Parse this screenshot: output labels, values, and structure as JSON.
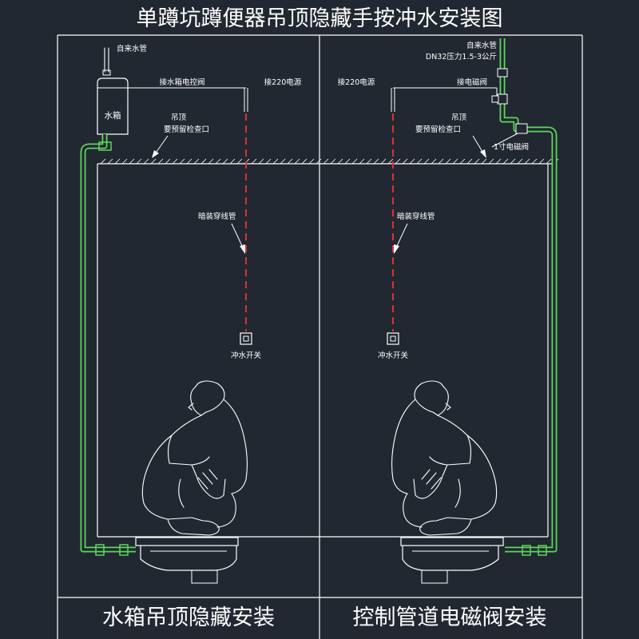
{
  "title": "单蹲坑蹲便器吊顶隐藏手按冲水安装图",
  "colors": {
    "background": "#222831",
    "line": "#ffffff",
    "pipe": "#5cd65c",
    "conduit": "#e03030"
  },
  "left": {
    "tap_water": "自来水管",
    "tank": "水箱",
    "tank_valve": "接水箱电控阀",
    "power": "接220电源",
    "ceiling": "吊顶",
    "access_port": "要预留检查口",
    "conduit": "暗装穿线管",
    "switch": "冲水开关",
    "caption": "水箱吊顶隐藏安装"
  },
  "right": {
    "tap_water": "自来水管",
    "pressure": "DN32压力1.5-3公斤",
    "power": "接220电源",
    "valve_conn": "接电磁阀",
    "ceiling": "吊顶",
    "access_port": "要预留检查口",
    "valve": "1寸电磁阀",
    "conduit": "暗装穿线管",
    "switch": "冲水开关",
    "caption": "控制管道电磁阀安装"
  }
}
